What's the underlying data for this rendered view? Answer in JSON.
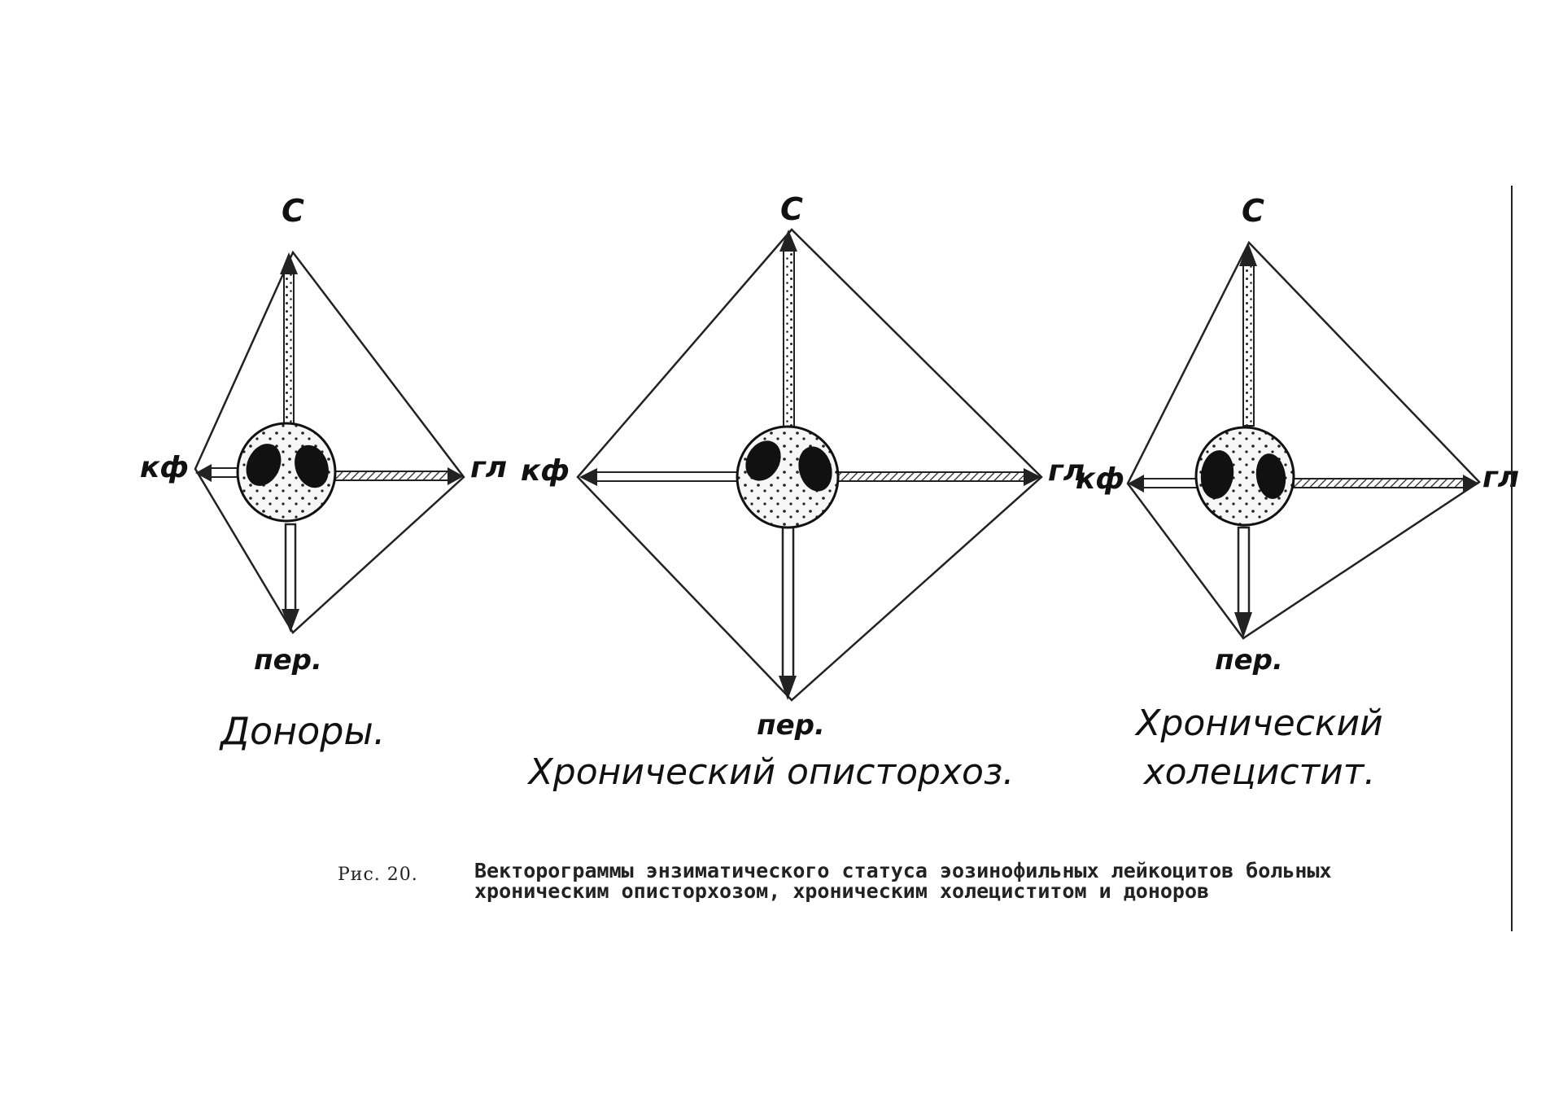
{
  "diagrams": [
    {
      "axis_labels": {
        "top": "С",
        "left": "кф",
        "right": "гл",
        "bottom": "пер."
      },
      "title_lines": [
        "Доноры."
      ],
      "title_color": "#111111"
    },
    {
      "axis_labels": {
        "top": "С",
        "left": "кф",
        "right": "гл",
        "bottom": "пер."
      },
      "title_lines": [
        "Хронический описторхоз."
      ],
      "title_color": "#111111"
    },
    {
      "axis_labels": {
        "top": "С",
        "left": "кф",
        "right": "гл",
        "bottom": "пер."
      },
      "title_lines": [
        "Хронический",
        "холецистит."
      ],
      "title_color": "#111111"
    }
  ],
  "caption": {
    "prefix": "Рис. 20.",
    "text": "Векторограммы энзиматического статуса эозинофильных лейкоцитов больных хроническим описторхозом, хроническим холециститом и доноров"
  }
}
